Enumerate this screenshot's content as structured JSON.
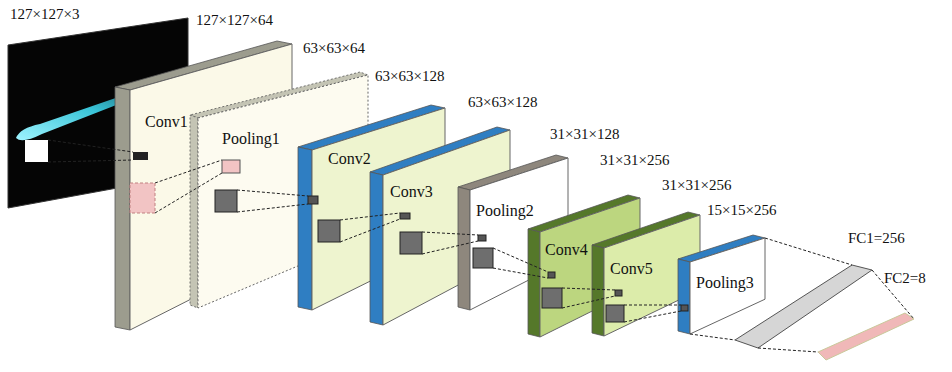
{
  "diagram": {
    "nodes": [
      {
        "text": [
          "Conv1"
        ]
      },
      {
        "text": [
          "Pooling1"
        ]
      },
      {
        "text": [
          "Conv2"
        ]
      },
      {
        "text": [
          "Conv3"
        ]
      },
      {
        "text": [
          "Pooling2"
        ]
      },
      {
        "text": [
          "Conv4"
        ]
      },
      {
        "text": [
          "Conv5"
        ]
      },
      {
        "text": [
          "Pooling3"
        ]
      }
    ],
    "labels": [
      "127×127×3",
      "127×127×64",
      "63×63×64",
      "63×63×128",
      "63×63×128",
      "31×31×128",
      "31×31×256",
      "31×31×256",
      "15×15×256",
      "FC1=256",
      "FC2=8"
    ]
  }
}
